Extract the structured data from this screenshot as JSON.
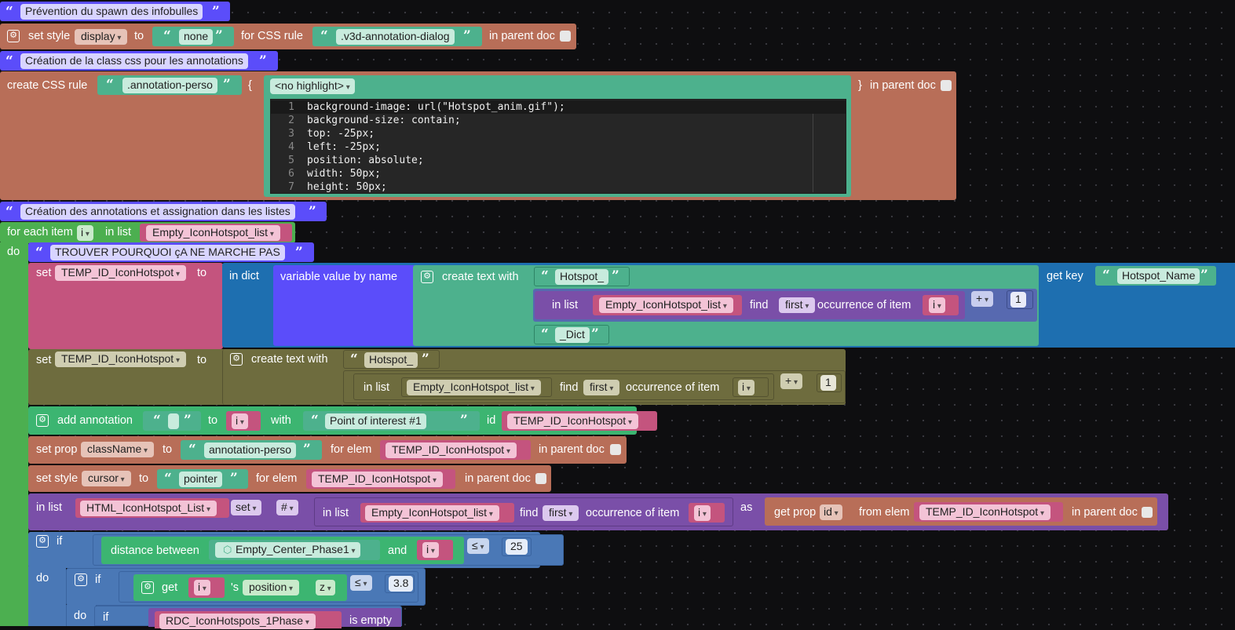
{
  "colors": {
    "comment": "#5b4dfa",
    "text": "#4db18d",
    "style": "#b86e58",
    "list": "#c4547e",
    "dict": "#1e6fb0",
    "varname": "#5b4dfa",
    "olive": "#6e6c3e",
    "purple": "#7a4fa8",
    "logic": "#4a78b6",
    "math": "#5769b0",
    "loop": "#4caf50",
    "annot": "#3cb571"
  },
  "comments": {
    "c1": "Prévention du spawn des infobulles",
    "c2": "Création de la class css pour les annotations",
    "c3": "Création des annotations et assignation dans les listes",
    "c4": "TROUVER POURQUOI çA NE MARCHE PAS"
  },
  "row1": {
    "set_style": "set style",
    "prop": "display",
    "to": "to",
    "value": "none",
    "for_css_rule": "for CSS rule",
    "rule": ".v3d-annotation-dialog",
    "in_parent_doc": "in parent doc"
  },
  "css": {
    "create_rule": "create CSS rule",
    "rule_name": ".annotation-perso",
    "open": "{",
    "close": "}",
    "highlight": "<no highlight>",
    "in_parent_doc": "in parent doc",
    "lines": [
      {
        "n": "1",
        "c": "background-image: url(\"Hotspot_anim.gif\");"
      },
      {
        "n": "2",
        "c": "background-size: contain;"
      },
      {
        "n": "3",
        "c": "top: -25px;"
      },
      {
        "n": "4",
        "c": "left: -25px;"
      },
      {
        "n": "5",
        "c": "position: absolute;"
      },
      {
        "n": "6",
        "c": "width: 50px;"
      },
      {
        "n": "7",
        "c": "height: 50px;"
      }
    ]
  },
  "loop": {
    "for_each": "for each item",
    "var": "i",
    "in_list": "in list",
    "list": "Empty_IconHotspot_list",
    "do": "do"
  },
  "set1": {
    "set": "set",
    "var": "TEMP_ID_IconHotspot",
    "to": "to",
    "in_dict": "in dict",
    "var_by_name": "variable value by name",
    "create_text": "create text with",
    "t1": "Hotspot_",
    "in_list": "in list",
    "list": "Empty_IconHotspot_list",
    "find": "find",
    "first": "first",
    "occ": "occurrence of item",
    "item": "i",
    "op": "+",
    "num": "1",
    "t2": "_Dict",
    "get_key": "get key",
    "key": "Hotspot_Name"
  },
  "set2": {
    "set": "set",
    "var": "TEMP_ID_IconHotspot",
    "to": "to",
    "create_text": "create text with",
    "t1": "Hotspot_",
    "in_list": "in list",
    "list": "Empty_IconHotspot_list",
    "find": "find",
    "first": "first",
    "occ": "occurrence of item",
    "item": "i",
    "op": "+",
    "num": "1"
  },
  "annot": {
    "label": "add annotation",
    "text": "",
    "to": "to",
    "obj": "i",
    "with": "with",
    "desc": "Point of interest #1",
    "id": "id",
    "idvar": "TEMP_ID_IconHotspot"
  },
  "prop": {
    "label": "set prop",
    "prop": "className",
    "to": "to",
    "value": "annotation-perso",
    "for_elem": "for elem",
    "elem": "TEMP_ID_IconHotspot",
    "in_parent_doc": "in parent doc"
  },
  "cursor": {
    "label": "set style",
    "prop": "cursor",
    "to": "to",
    "value": "pointer",
    "for_elem": "for elem",
    "elem": "TEMP_ID_IconHotspot",
    "in_parent_doc": "in parent doc"
  },
  "html": {
    "in_list": "in list",
    "list": "HTML_IconHotspot_List",
    "mode": "set",
    "where": "#",
    "in_list2": "in list",
    "list2": "Empty_IconHotspot_list",
    "find": "find",
    "first": "first",
    "occ": "occurrence of item",
    "item": "i",
    "as": "as",
    "get_prop": "get prop",
    "prop": "id",
    "from_elem": "from elem",
    "elem": "TEMP_ID_IconHotspot",
    "in_parent_doc": "in parent doc"
  },
  "if1": {
    "if": "if",
    "dist": "distance between",
    "obj": "Empty_Center_Phase1",
    "and": "and",
    "item": "i",
    "op": "≤",
    "num": "25",
    "do": "do"
  },
  "if2": {
    "if": "if",
    "get": "get",
    "item": "i",
    "s": "'s",
    "prop": "position",
    "axis": "z",
    "op": "≤",
    "num": "3.8",
    "do": "do"
  },
  "if3": {
    "if": "if",
    "list": "RDC_IconHotspots_1Phase",
    "is_empty": "is empty"
  }
}
